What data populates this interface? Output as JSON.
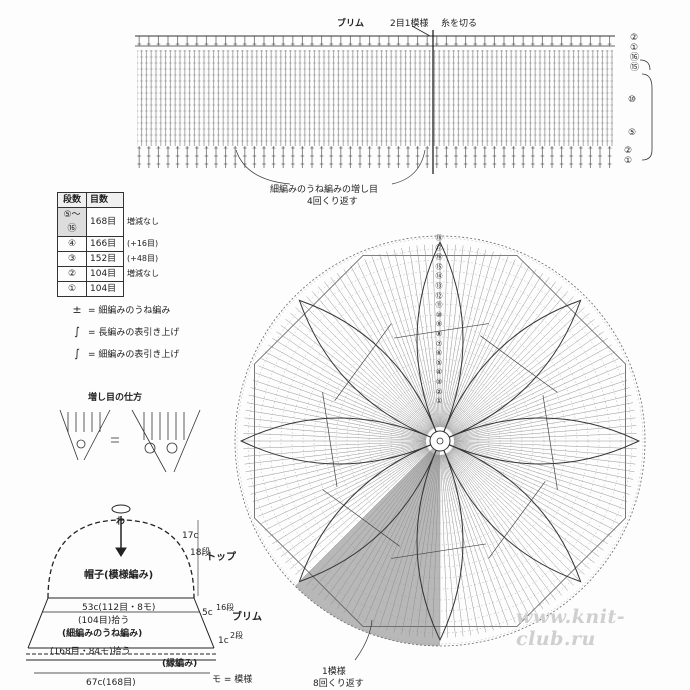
{
  "brim": {
    "title": "ブリム",
    "repeat_label": "2目1模様",
    "cut_label": "糸を切る",
    "row_markers": [
      "②",
      "①",
      "⑯",
      "⑮",
      "⑩",
      "⑤",
      "②",
      "①"
    ],
    "increase_note": "細編みのうね編みの増し目",
    "repeat_note": "4回くり返す"
  },
  "row_table": {
    "headers": [
      "段数",
      "目数"
    ],
    "rows": [
      {
        "row": "⑤〜⑯",
        "count": "168目",
        "note": "増減なし"
      },
      {
        "row": "④",
        "count": "166目",
        "note": "(+16目)"
      },
      {
        "row": "③",
        "count": "152目",
        "note": "(+48目)"
      },
      {
        "row": "②",
        "count": "104目",
        "note": "増減なし"
      },
      {
        "row": "①",
        "count": "104目",
        "note": ""
      }
    ]
  },
  "legend": [
    {
      "symbol": "±",
      "text": "= 細編みのうね編み"
    },
    {
      "symbol": "∫",
      "text": "= 長編みの表引き上げ"
    },
    {
      "symbol": "∫",
      "text": "= 細編みの表引き上げ"
    }
  ],
  "increase_method": {
    "title": "増し目の仕方"
  },
  "top_numbers": [
    "⑱",
    "⑰",
    "⑯",
    "⑮",
    "⑭",
    "⑬",
    "⑫",
    "⑪",
    "⑩",
    "⑨",
    "⑧",
    "⑦",
    "⑥",
    "⑤",
    "④",
    "③",
    "②",
    "①"
  ],
  "hat_schematic": {
    "ring": "わ",
    "top_label": "トップ",
    "top_size": "17c",
    "top_rows": "18段",
    "body_label": "帽子",
    "body_pattern": "(模様編み)",
    "width_top": "53c(112目・8モ)",
    "pickup_1": "(104目)拾う",
    "brim_pattern": "(細編みのうね編み)",
    "brim_label": "ブリム",
    "brim_size": "5c",
    "brim_rows": "16段",
    "pickup_2": "(168目・84モ)拾う",
    "edge_pattern": "(縁編み)",
    "edge_size": "1c",
    "edge_rows": "2段",
    "bottom_width": "67c(168目)",
    "mo_legend": "モ = 模様"
  },
  "top_repeat": {
    "label": "1模様",
    "repeat": "8回くり返す"
  },
  "watermark": "www.knit-club.ru"
}
